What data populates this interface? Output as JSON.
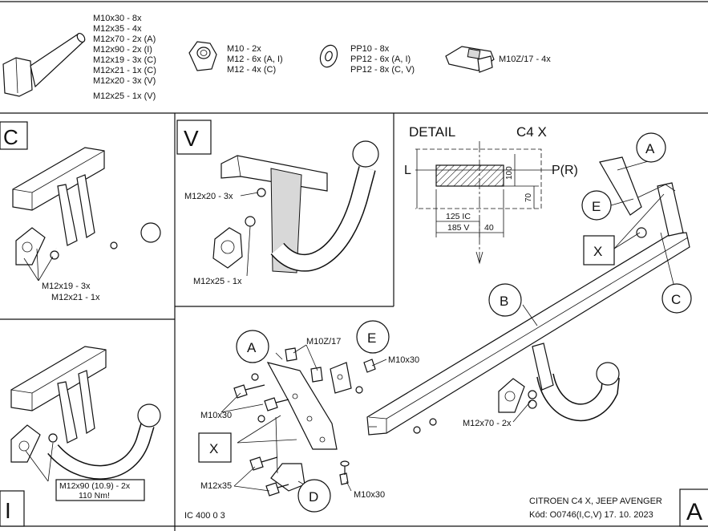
{
  "hardware": {
    "bolts": [
      "M10x30 - 8x",
      "M12x35 - 4x",
      "M12x70 - 2x (A)",
      "M12x90 - 2x (I)",
      "M12x19 - 3x (C)",
      "M12x21 - 1x (C)",
      "M12x20 - 3x (V)",
      "M12x25 - 1x (V)"
    ],
    "nuts": [
      "M10 - 2x",
      "M12 - 6x (A, I)",
      "M12 - 4x (C)"
    ],
    "washers": [
      "PP10 - 8x",
      "PP12 - 6x (A, I)",
      "PP12 - 8x (C, V)"
    ],
    "clip": "M10Z/17 - 4x"
  },
  "panels": {
    "C": {
      "tag": "C",
      "labels": [
        "M12x19 - 3x",
        "M12x21 - 1x"
      ]
    },
    "V": {
      "tag": "V",
      "labels": [
        "M12x20 - 3x",
        "M12x25 - 1x"
      ]
    },
    "I": {
      "tag": "I",
      "labels": [
        "M12x90 (10.9) - 2x",
        "110 Nm!"
      ]
    }
  },
  "detail": {
    "title": "DETAIL",
    "car": "C4 X",
    "left": "L",
    "right": "P(R)",
    "dim_100": "100",
    "dim_70": "70",
    "dim_125": "125 IC",
    "dim_185": "185 V",
    "dim_40": "40"
  },
  "main": {
    "callouts": {
      "A1": "A",
      "A2": "A",
      "B": "B",
      "C": "C",
      "D": "D",
      "E1": "E",
      "E2": "E",
      "X1": "X",
      "X2": "X"
    },
    "labels": {
      "clip": "M10Z/17",
      "m10x30_top": "M10x30",
      "m10x30_left": "M10x30",
      "m10x30_bottom": "M10x30",
      "m12x35": "M12x35",
      "m12x70": "M12x70 - 2x"
    }
  },
  "footer": {
    "code": "IC 400 0 3",
    "title": "CITROEN C4 X, JEEP AVENGER",
    "kod": "Kód: O0746(I,C,V)  17. 10. 2023",
    "sheet": "A"
  }
}
